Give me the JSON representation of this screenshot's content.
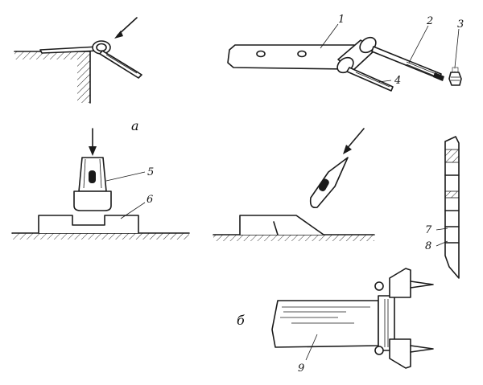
{
  "figure": {
    "callouts": [
      "1",
      "2",
      "3",
      "4",
      "5",
      "6",
      "7",
      "8",
      "9"
    ],
    "panel_a_label": "а",
    "panel_b_label": "б"
  }
}
